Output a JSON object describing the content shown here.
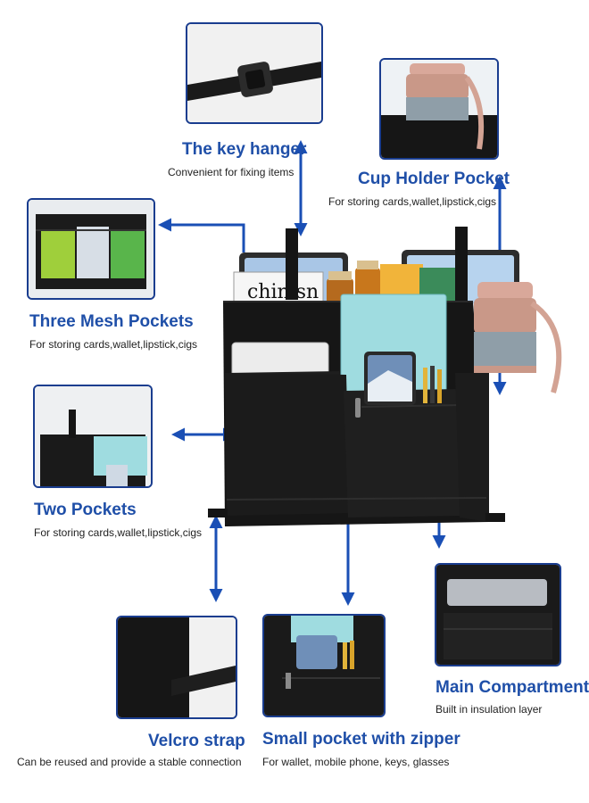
{
  "colors": {
    "title": "#1f4fa8",
    "arrow": "#1a4fb5",
    "border": "#1a3d8f",
    "bag": "#151515"
  },
  "callouts": {
    "key_hanger": {
      "title": "The key hanger",
      "desc": "Convenient for fixing items"
    },
    "cup_holder": {
      "title": "Cup Holder Pocket",
      "desc": "For storing cards,wallet,lipstick,cigs"
    },
    "three_mesh": {
      "title": "Three Mesh Pockets",
      "desc": "For storing cards,wallet,lipstick,cigs"
    },
    "two_pockets": {
      "title": "Two Pockets",
      "desc": "For storing cards,wallet,lipstick,cigs"
    },
    "main_compartment": {
      "title": "Main Compartment",
      "desc": "Built in insulation layer"
    },
    "velcro_strap": {
      "title": "Velcro strap",
      "desc": "Can be reused and provide a stable connection"
    },
    "small_pocket": {
      "title": "Small pocket with zipper",
      "desc": "For wallet, mobile phone, keys, glasses"
    }
  },
  "product": {
    "book_text": "chinisn"
  }
}
